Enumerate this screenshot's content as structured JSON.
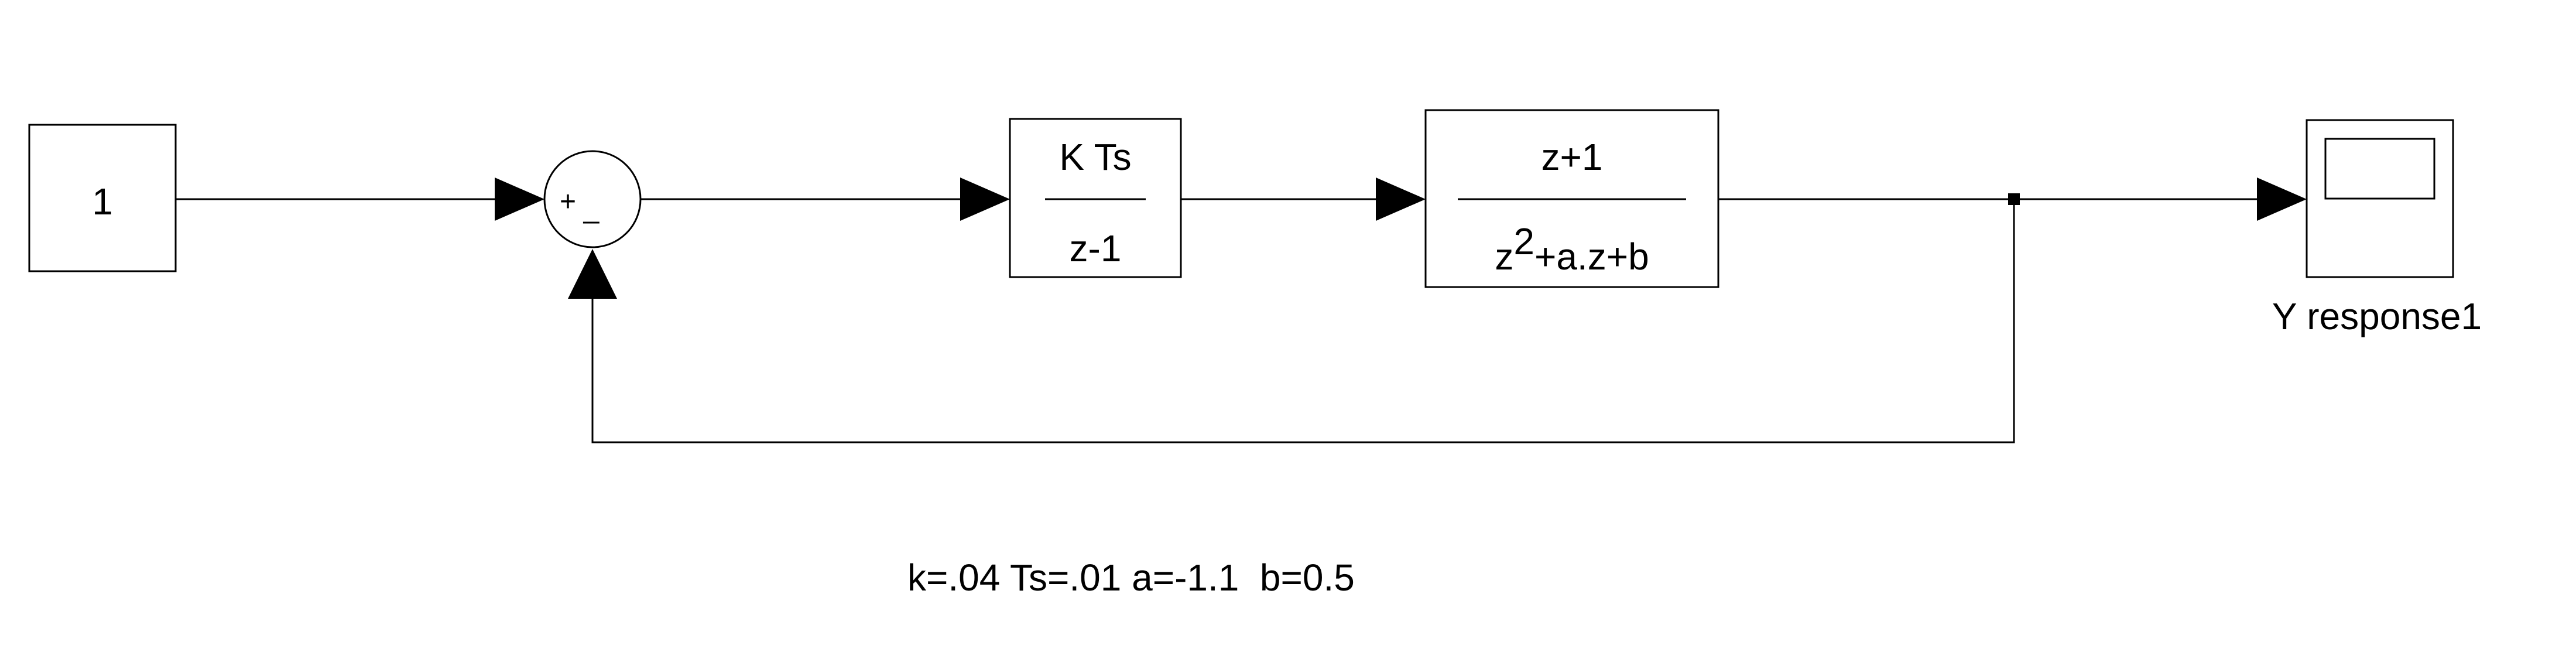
{
  "blocks": {
    "constant": {
      "value": "1"
    },
    "sum": {
      "plus_sign": "+",
      "minus_sign": "_"
    },
    "integrator": {
      "numerator": "K Ts",
      "denominator": "z-1"
    },
    "plant": {
      "numerator": "z+1",
      "denominator_base": "z",
      "denominator_exponent": "2",
      "denominator_rest": "+a.z+b"
    },
    "scope": {
      "label": "Y response1"
    }
  },
  "parameters_text": "k=.04 Ts=.01 a=-1.1  b=0.5"
}
